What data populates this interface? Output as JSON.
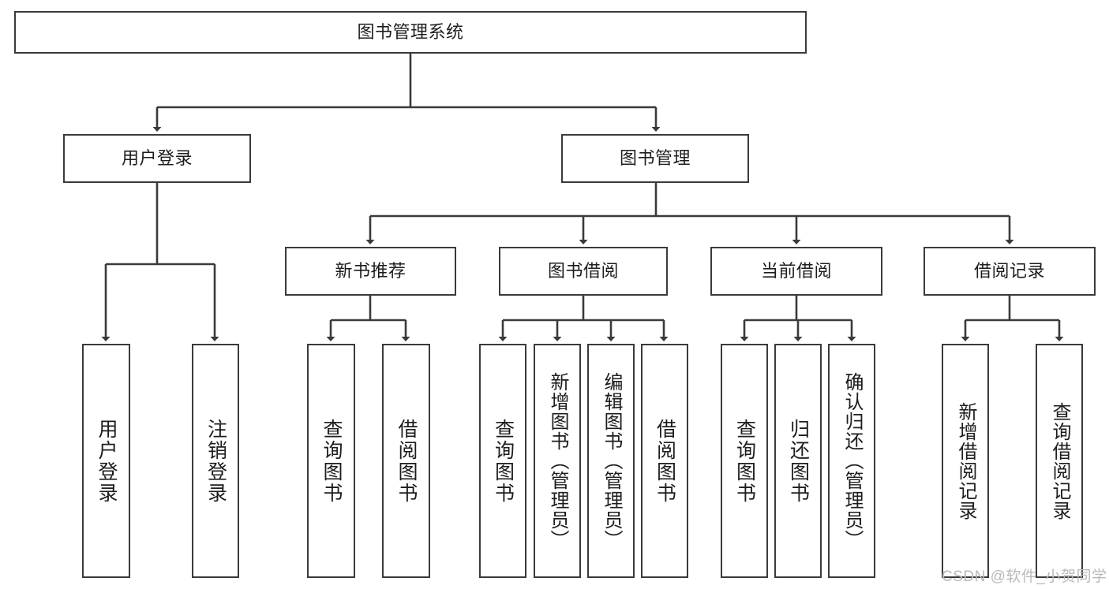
{
  "diagram": {
    "title_box": {
      "label": "图书管理系统"
    },
    "level2": [
      {
        "id": "user-login",
        "label": "用户登录"
      },
      {
        "id": "book-management",
        "label": "图书管理"
      }
    ],
    "level3": [
      {
        "id": "new-book-recommend",
        "label": "新书推荐"
      },
      {
        "id": "book-borrow",
        "label": "图书借阅"
      },
      {
        "id": "current-borrow",
        "label": "当前借阅"
      },
      {
        "id": "borrow-record",
        "label": "借阅记录"
      }
    ],
    "leaves": [
      {
        "id": "leaf-user-login",
        "label": "用户登录",
        "parent": "user-login"
      },
      {
        "id": "leaf-logout-login",
        "label": "注销登录",
        "parent": "user-login"
      },
      {
        "id": "leaf-query-book-1",
        "label": "查询图书",
        "parent": "new-book-recommend"
      },
      {
        "id": "leaf-borrow-book-1",
        "label": "借阅图书",
        "parent": "new-book-recommend"
      },
      {
        "id": "leaf-query-book-2",
        "label": "查询图书",
        "parent": "book-borrow"
      },
      {
        "id": "leaf-add-book",
        "label": "新增图书（管理员）",
        "parent": "book-borrow"
      },
      {
        "id": "leaf-edit-book",
        "label": "编辑图书（管理员）",
        "parent": "book-borrow"
      },
      {
        "id": "leaf-borrow-book-2",
        "label": "借阅图书",
        "parent": "book-borrow"
      },
      {
        "id": "leaf-query-book-3",
        "label": "查询图书",
        "parent": "current-borrow"
      },
      {
        "id": "leaf-return-book",
        "label": "归还图书",
        "parent": "current-borrow"
      },
      {
        "id": "leaf-confirm-return",
        "label": "确认归还（管理员）",
        "parent": "current-borrow"
      },
      {
        "id": "leaf-add-borrow-record",
        "label": "新增借阅记录",
        "parent": "borrow-record"
      },
      {
        "id": "leaf-query-borrow-record",
        "label": "查询借阅记录",
        "parent": "borrow-record"
      }
    ],
    "watermark": "CSDN @软件_小贺同学",
    "colors": {
      "stroke": "#3a3a3a",
      "background": "#ffffff",
      "text": "#1d1d1d",
      "watermark": "#b9b9b9"
    }
  }
}
